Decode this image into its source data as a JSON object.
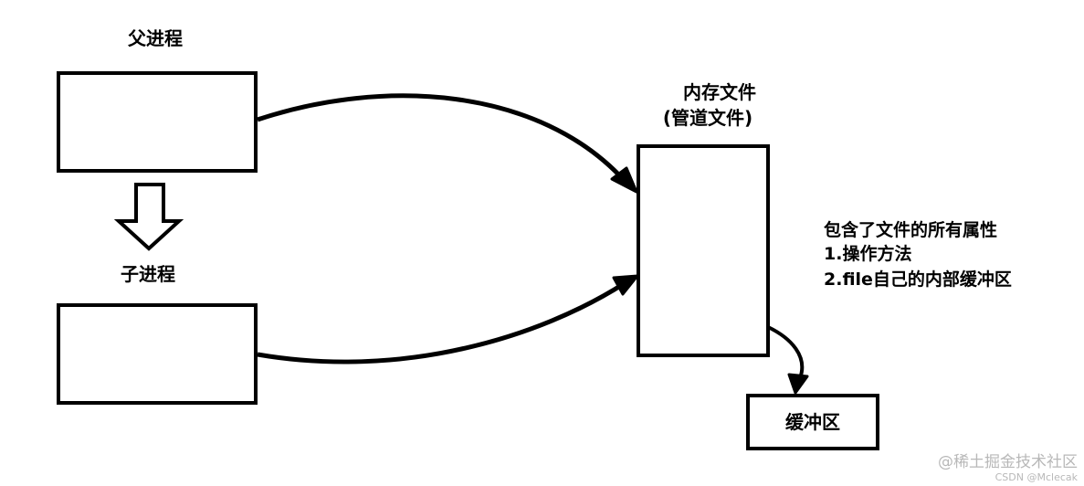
{
  "parent_label": "父进程",
  "child_label": "子进程",
  "file_label_line1": "内存文件",
  "file_label_line2": "(管道文件)",
  "attributes": {
    "title": "包含了文件的所有属性",
    "item1": "1.操作方法",
    "item2": "2.file自己的内部缓冲区"
  },
  "buffer_label": "缓冲区",
  "watermark": {
    "main": "@稀土掘金技术社区",
    "sub": "CSDN @Mclecak"
  }
}
